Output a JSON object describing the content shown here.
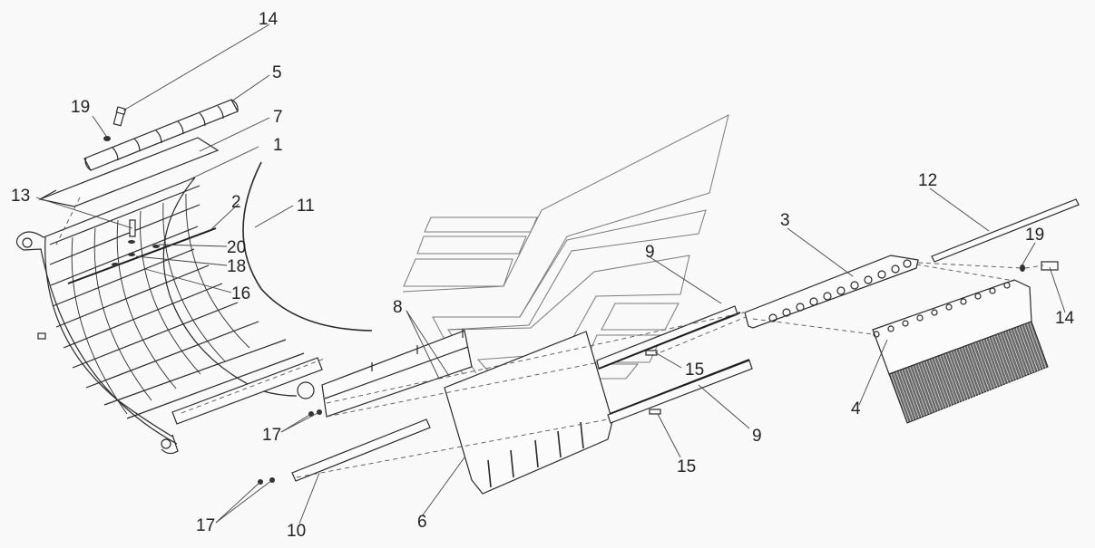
{
  "diagram": {
    "type": "exploded-parts-view",
    "subject": "concave grate assembly with brush and deflector plates",
    "callouts": [
      {
        "id": "c1",
        "label": "1",
        "part": "concave frame"
      },
      {
        "id": "c2",
        "label": "2",
        "part": "rod"
      },
      {
        "id": "c3",
        "label": "3",
        "part": "hinge bracket"
      },
      {
        "id": "c4",
        "label": "4",
        "part": "brush assembly"
      },
      {
        "id": "c5",
        "label": "5",
        "part": "hinge strip"
      },
      {
        "id": "c6",
        "label": "6",
        "part": "deflector plate"
      },
      {
        "id": "c7",
        "label": "7",
        "part": "cover plate"
      },
      {
        "id": "c8",
        "label": "8",
        "part": "side plate"
      },
      {
        "id": "c9a",
        "label": "9",
        "part": "clamping strip (upper)"
      },
      {
        "id": "c9b",
        "label": "9",
        "part": "clamping strip (lower)"
      },
      {
        "id": "c10",
        "label": "10",
        "part": "clamping strip"
      },
      {
        "id": "c11",
        "label": "11",
        "part": "wire"
      },
      {
        "id": "c12",
        "label": "12",
        "part": "hinge pin"
      },
      {
        "id": "c13",
        "label": "13",
        "part": "bolt"
      },
      {
        "id": "c14a",
        "label": "14",
        "part": "bolt (top)"
      },
      {
        "id": "c14b",
        "label": "14",
        "part": "bolt (right)"
      },
      {
        "id": "c15a",
        "label": "15",
        "part": "bolt (upper)"
      },
      {
        "id": "c15b",
        "label": "15",
        "part": "bolt (lower)"
      },
      {
        "id": "c16",
        "label": "16",
        "part": "nut"
      },
      {
        "id": "c17a",
        "label": "17",
        "part": "nuts (middle)"
      },
      {
        "id": "c17b",
        "label": "17",
        "part": "nuts (bottom)"
      },
      {
        "id": "c18",
        "label": "18",
        "part": "washer"
      },
      {
        "id": "c19a",
        "label": "19",
        "part": "washer (top)"
      },
      {
        "id": "c19b",
        "label": "19",
        "part": "washer (right)"
      },
      {
        "id": "c20",
        "label": "20",
        "part": "nut"
      }
    ]
  },
  "colors": {
    "background": "#f9f9f9",
    "line": "#2a2a2a",
    "watermark": "#7a7a7a"
  }
}
